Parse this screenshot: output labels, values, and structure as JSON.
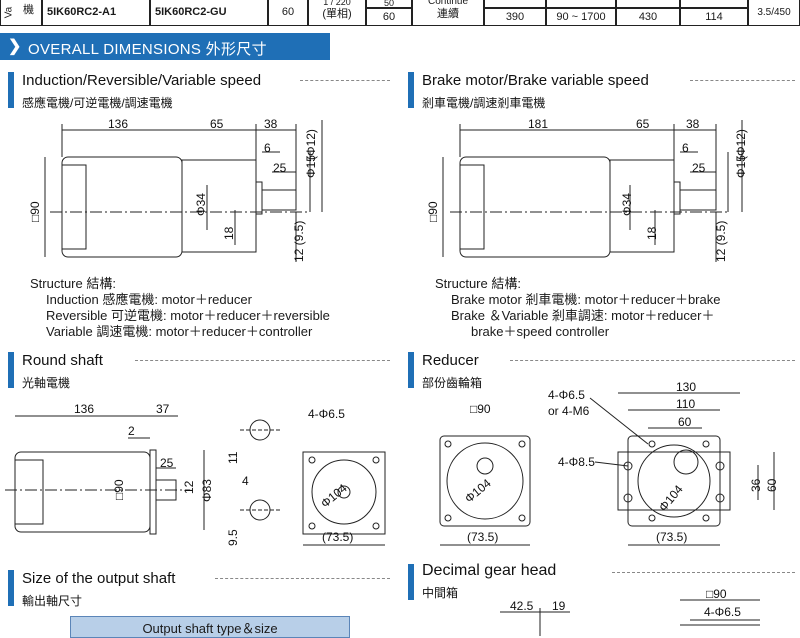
{
  "top_table": {
    "row_label": "Va",
    "row_label2": "機",
    "model1": "5IK60RC2-A1",
    "model2": "5IK60RC2-GU",
    "c_60a": "60",
    "c_hz": "1 / 220",
    "c_hz2": "(單相)",
    "c_50": "50",
    "c_60b": "60",
    "c_cont": "Continue",
    "c_cont2": "連續",
    "c_390": "390",
    "c_range": "90 ~ 1700",
    "c_430": "430",
    "c_114": "114",
    "c_last": "3.5/450"
  },
  "section": {
    "title": "OVERALL DIMENSIONS 外形尺寸",
    "chevron": "❯"
  },
  "panels": {
    "induction": {
      "title": "Induction/Reversible/Variable speed",
      "subtitle": "感應電機/可逆電機/調速電機"
    },
    "brake": {
      "title": "Brake motor/Brake variable speed",
      "subtitle": "剎車電機/調速剎車電機"
    },
    "round": {
      "title": "Round shaft",
      "subtitle": "光軸電機"
    },
    "reducer": {
      "title": "Reducer",
      "subtitle": "部份齒輪箱"
    },
    "output": {
      "title": "Size of the output shaft",
      "subtitle": "輸出軸尺寸"
    },
    "decimal": {
      "title": "Decimal gear head",
      "subtitle": "中間箱"
    }
  },
  "structure_left": {
    "heading": "Structure 結構:",
    "line1": "Induction 感應電機: motor＋reducer",
    "line2": "Reversible 可逆電機: motor＋reducer＋reversible",
    "line3": "Variable 調速電機: motor＋reducer＋controller"
  },
  "structure_right": {
    "heading": "Structure 結構:",
    "line1": "Brake motor 剎車電機: motor＋reducer＋brake",
    "line2": "Brake ＆Variable 剎車調速: motor＋reducer＋",
    "line3": "brake＋speed controller"
  },
  "dims_induction": {
    "d136": "136",
    "d65": "65",
    "d38": "38",
    "d6": "6",
    "d25": "25",
    "dphi12": "(Φ12)",
    "dphi15": "Φ15",
    "dsq90": "□90",
    "dphi34": "Φ34",
    "d18": "18",
    "d12": "12 (9.5)"
  },
  "dims_brake": {
    "d181": "181",
    "d65": "65",
    "d38": "38",
    "d6": "6",
    "d25": "25",
    "dphi12": "(Φ12)",
    "dphi15": "Φ15",
    "dsq90": "□90",
    "dphi34": "Φ34",
    "d18": "18",
    "d12": "12 (9.5)"
  },
  "dims_round": {
    "d136": "136",
    "d37": "37",
    "d2": "2",
    "d25": "25",
    "d12": "12",
    "dsq90": "□90",
    "dphi83": "Φ83",
    "d11": "11",
    "d4": "4",
    "d95": "9.5",
    "dhole": "4-Φ6.5",
    "dphi104": "Φ104",
    "d735": "(73.5)"
  },
  "dims_reducer": {
    "dsq90": "□90",
    "dhole1": "4-Φ6.5",
    "dhole2": "or 4-M6",
    "dhole3": "4-Φ8.5",
    "d130": "130",
    "d110": "110",
    "d60": "60",
    "d36": "36",
    "d60v": "60",
    "dphi104a": "Φ104",
    "dphi104b": "Φ104",
    "d735a": "(73.5)",
    "d735b": "(73.5)"
  },
  "dims_decimal": {
    "d425": "42.5",
    "d19": "19",
    "dsq90": "□90",
    "dhole": "4-Φ6.5"
  },
  "output_bar": {
    "label": "Output shaft type＆size"
  }
}
